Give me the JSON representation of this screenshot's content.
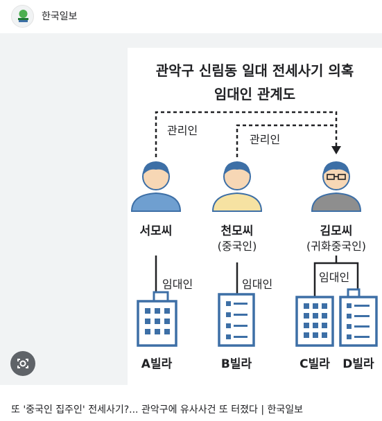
{
  "header": {
    "site_name": "한국일보"
  },
  "infographic": {
    "title_line1": "관악구 신림동 일대 전세사기 의혹",
    "title_line2": "임대인 관계도",
    "people": [
      {
        "name": "서모씨",
        "note": ""
      },
      {
        "name": "천모씨",
        "note": "(중국인)"
      },
      {
        "name": "김모씨",
        "note": "(귀화중국인)"
      }
    ],
    "manager_label_1": "관리인",
    "manager_label_2": "관리인",
    "lessor_labels": [
      "임대인",
      "임대인",
      "임대인"
    ],
    "villas": [
      "A빌라",
      "B빌라",
      "C빌라",
      "D빌라"
    ],
    "colors": {
      "brand_blue": "#3d6fa6",
      "shirt_blue": "#6f9fd0",
      "shirt_yellow": "#f6e2a2",
      "shirt_gray": "#8e8e8e"
    }
  },
  "caption": "또 '중국인 집주인' 전세사기?... 관악구에 유사사건 또 터졌다 | 한국일보"
}
